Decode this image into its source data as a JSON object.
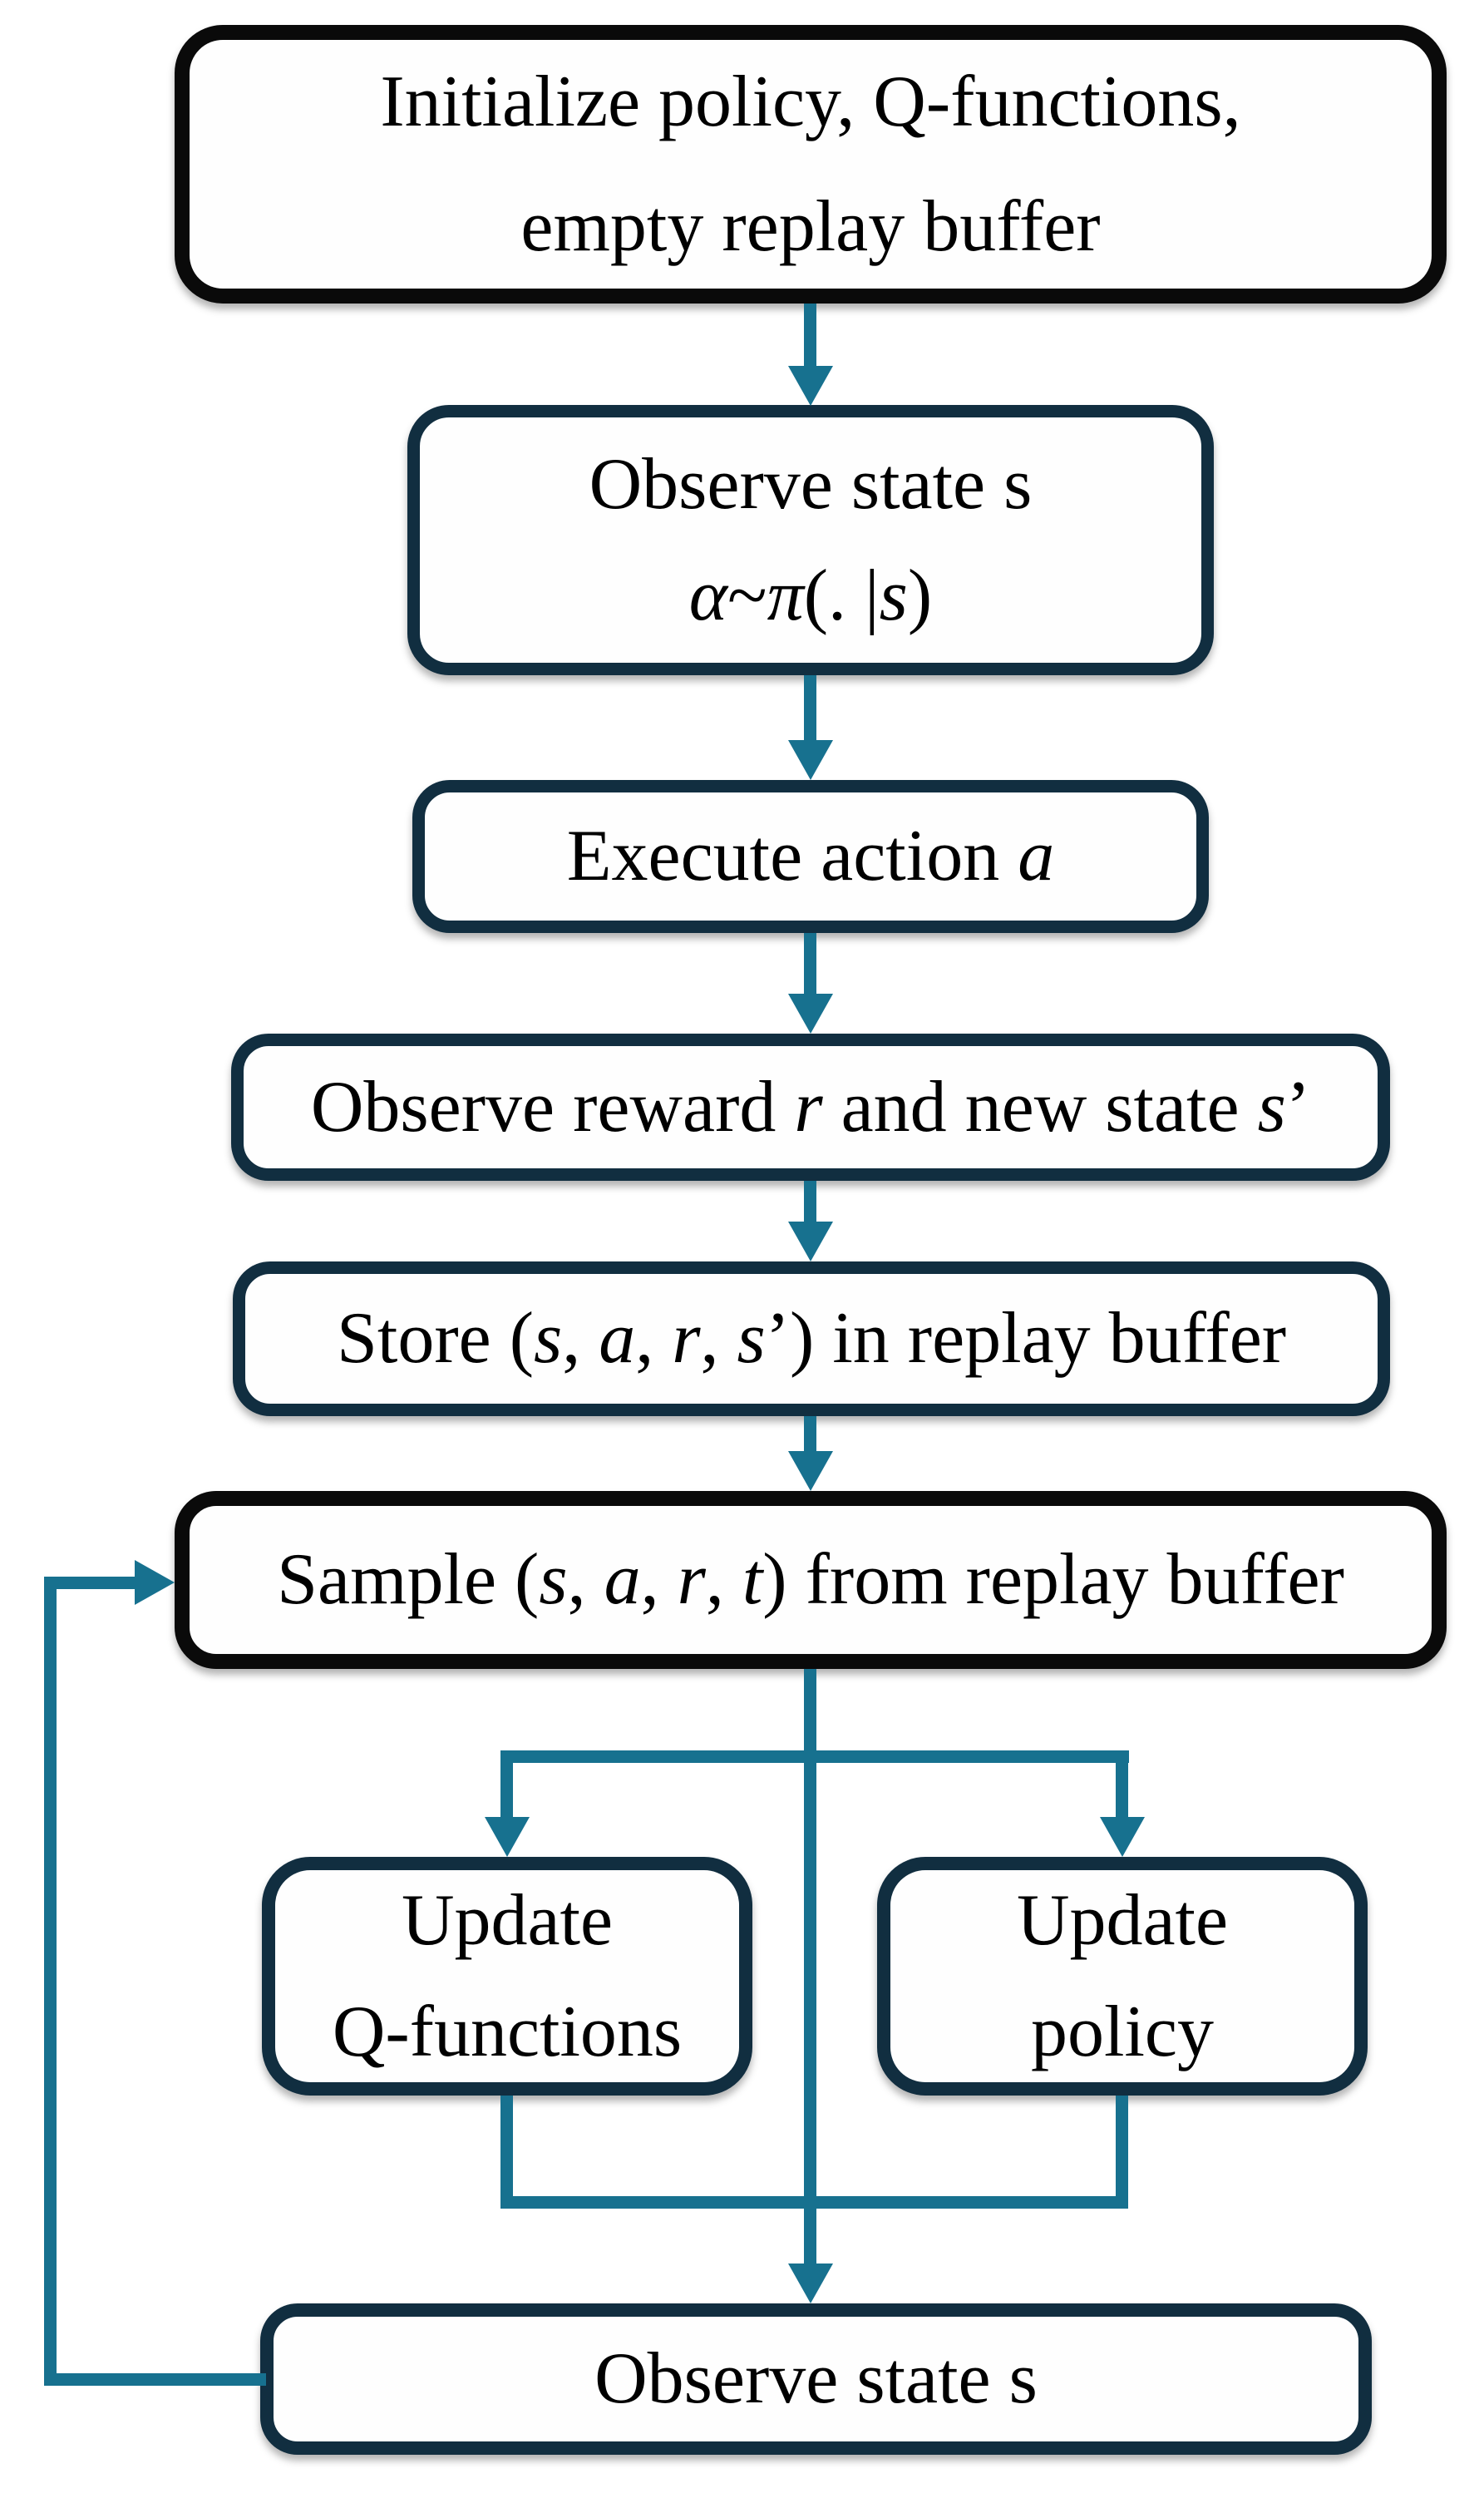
{
  "diagram": {
    "type": "flowchart",
    "background": "#ffffff",
    "colors": {
      "connector_teal": "#17718f",
      "node_border_dark": "#112e40",
      "node_border_black": "#0a0a0a",
      "text": "#000000"
    },
    "nodes": [
      {
        "id": "initialize",
        "text": "Initialize policy, Q-functions, empty replay buffer",
        "lines": [
          [
            {
              "t": "Initialize policy, Q-functions,"
            }
          ],
          [
            {
              "t": "empty replay buffer"
            }
          ]
        ]
      },
      {
        "id": "observe-state-1",
        "text": "Observe state s / α~π(. |s)",
        "lines": [
          [
            {
              "t": "Observe state s"
            }
          ],
          [
            {
              "t": "α",
              "i": true
            },
            {
              "t": "~"
            },
            {
              "t": "π",
              "i": true
            },
            {
              "t": "(. |"
            },
            {
              "t": "s",
              "i": true
            },
            {
              "t": ")"
            }
          ]
        ]
      },
      {
        "id": "execute-action",
        "text": "Execute action a",
        "lines": [
          [
            {
              "t": "Execute action "
            },
            {
              "t": "a",
              "i": true
            }
          ]
        ]
      },
      {
        "id": "observe-reward",
        "text": "Observe reward r and new state s’",
        "lines": [
          [
            {
              "t": "Observe reward "
            },
            {
              "t": "r",
              "i": true
            },
            {
              "t": " and new state "
            },
            {
              "t": "s",
              "i": true
            },
            {
              "t": "’"
            }
          ]
        ]
      },
      {
        "id": "store-transition",
        "text": "Store (s, a, r, s’) in replay buffer",
        "lines": [
          [
            {
              "t": "Store ("
            },
            {
              "t": "s",
              "i": true
            },
            {
              "t": ", "
            },
            {
              "t": "a",
              "i": true
            },
            {
              "t": ", "
            },
            {
              "t": "r",
              "i": true
            },
            {
              "t": ", "
            },
            {
              "t": "s",
              "i": true
            },
            {
              "t": "’) in replay buffer"
            }
          ]
        ]
      },
      {
        "id": "sample-batch",
        "text": "Sample (s, a, r, t) from replay buffer",
        "lines": [
          [
            {
              "t": "Sample ("
            },
            {
              "t": "s",
              "i": true
            },
            {
              "t": ", "
            },
            {
              "t": "a",
              "i": true
            },
            {
              "t": ", "
            },
            {
              "t": "r",
              "i": true
            },
            {
              "t": ", "
            },
            {
              "t": "t",
              "i": true
            },
            {
              "t": ") from replay buffer"
            }
          ]
        ]
      },
      {
        "id": "update-q-functions",
        "text": "Update Q-functions",
        "lines": [
          [
            {
              "t": "Update"
            }
          ],
          [
            {
              "t": "Q-functions"
            }
          ]
        ]
      },
      {
        "id": "update-policy",
        "text": "Update policy",
        "lines": [
          [
            {
              "t": "Update"
            }
          ],
          [
            {
              "t": "policy"
            }
          ]
        ]
      },
      {
        "id": "observe-state-2",
        "text": "Observe state s",
        "lines": [
          [
            {
              "t": "Observe state s"
            }
          ]
        ]
      }
    ],
    "edges": [
      {
        "from": "initialize",
        "to": "observe-state-1"
      },
      {
        "from": "observe-state-1",
        "to": "execute-action"
      },
      {
        "from": "execute-action",
        "to": "observe-reward"
      },
      {
        "from": "observe-reward",
        "to": "store-transition"
      },
      {
        "from": "store-transition",
        "to": "sample-batch"
      },
      {
        "from": "sample-batch",
        "to": "update-q-functions"
      },
      {
        "from": "sample-batch",
        "to": "update-policy"
      },
      {
        "from": "sample-batch",
        "to": "observe-state-2"
      },
      {
        "from": "update-q-functions",
        "to": "observe-state-2"
      },
      {
        "from": "update-policy",
        "to": "observe-state-2"
      },
      {
        "from": "observe-state-2",
        "to": "sample-batch",
        "note": "loop back via left side"
      }
    ]
  }
}
